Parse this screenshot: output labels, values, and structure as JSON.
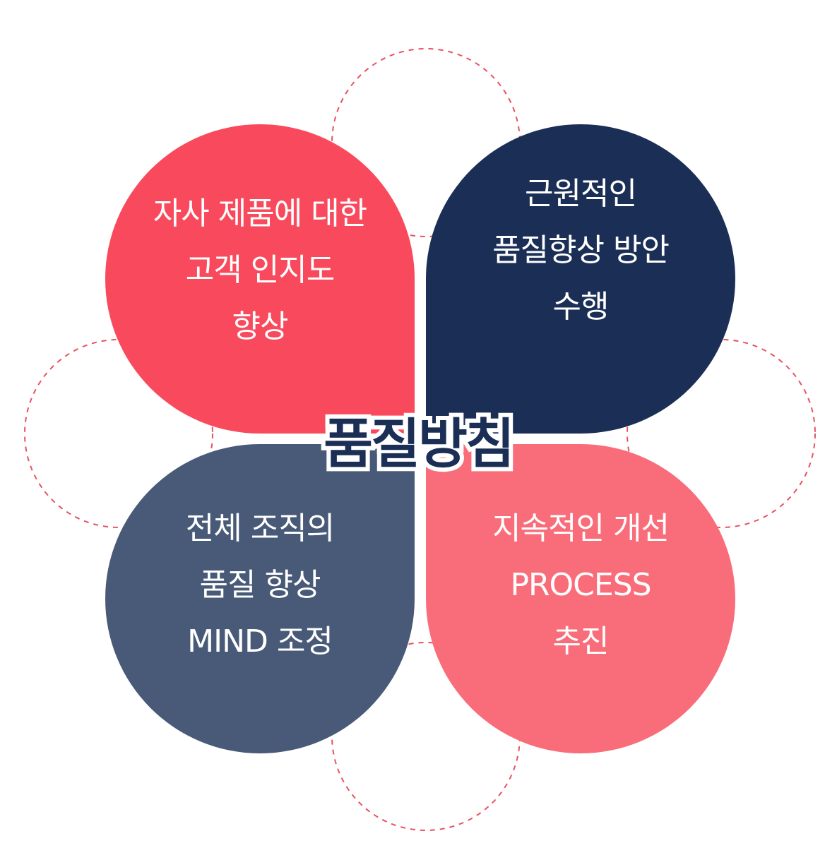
{
  "title": "품질방침",
  "colors": {
    "accent_red": "#f84a5c",
    "navy": "#1b2e55",
    "slate": "#485a77",
    "light_red": "#f96d7a",
    "dashed_outline": "#e8515f",
    "background": "#ffffff"
  },
  "petals": [
    {
      "position": "top-left",
      "color": "#f84a5c",
      "lines": [
        "자사 제품에 대한",
        "고객 인지도",
        "향상"
      ]
    },
    {
      "position": "top-right",
      "color": "#1b2e55",
      "lines": [
        "근원적인",
        "품질향상 방안",
        "수행"
      ]
    },
    {
      "position": "bottom-left",
      "color": "#485a77",
      "lines": [
        "전체 조직의",
        "품질 향상",
        "MIND 조정"
      ]
    },
    {
      "position": "bottom-right",
      "color": "#f96d7a",
      "lines": [
        "지속적인 개선",
        "PROCESS",
        "추진"
      ]
    }
  ]
}
